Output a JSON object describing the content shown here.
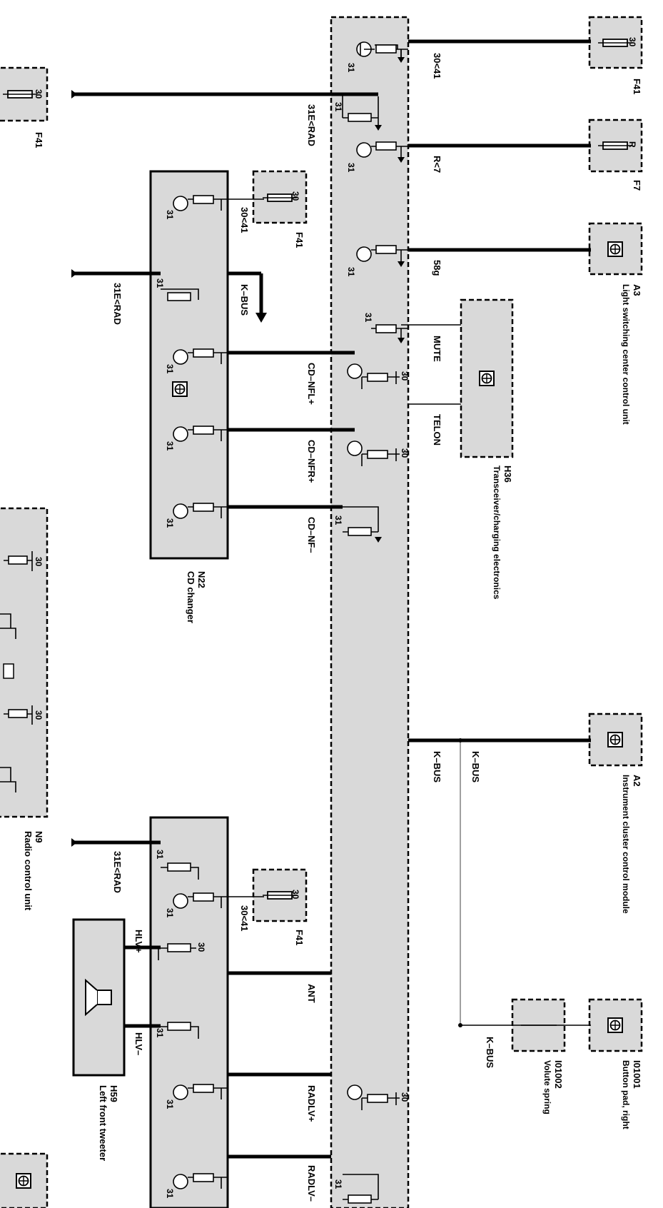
{
  "terminal_labels": {
    "t30": "30",
    "t31": "31",
    "tR": "R"
  },
  "wires": {
    "w1": "30<41",
    "w2": "R<7",
    "w3": "58g",
    "w4": "MUTE",
    "w5": "TELON",
    "w6": "K–BUS",
    "w7": "K–BUS",
    "w8": "K–BUS",
    "w9": "31E<RAD",
    "w10": "31E<RAD",
    "w11": "31E<RAD",
    "w12": "30<41",
    "w13": "30<41",
    "w14": "K–BUS",
    "w15": "CD–NFL+",
    "w16": "CD–NFR+",
    "w17": "CD–NF–",
    "w18": "ANT",
    "w19": "HLV+",
    "w20": "HLV–",
    "w21": "RADLV+",
    "w22": "RADLV–"
  },
  "components": {
    "f41_top_right": {
      "code": "F41"
    },
    "f7": {
      "code": "F7"
    },
    "a3": {
      "code": "A3",
      "name": "Light switching center control unit"
    },
    "h36": {
      "code": "H36",
      "name": "Transceiver/charging electronics"
    },
    "a2": {
      "code": "A2",
      "name": "Instrument cluster control module"
    },
    "i01001": {
      "code": "I01001",
      "name": "Button pad, right"
    },
    "i01002": {
      "code": "I01002",
      "name": "Volute spring"
    },
    "f41_left": {
      "code": "F41"
    },
    "n22": {
      "code": "N22",
      "name": "CD changer"
    },
    "f41_n22": {
      "code": "F41"
    },
    "n9": {
      "code": "N9",
      "name": "Radio control unit"
    },
    "f41_lower": {
      "code": "F41"
    },
    "h59": {
      "code": "H59",
      "name": "Left front tweeter"
    }
  },
  "colors": {
    "component_fill": "#d9d9d9",
    "line": "#000000",
    "kbus_thin": "#888888"
  },
  "icons": [
    "control-unit-icon",
    "fuse-icon",
    "speaker-icon",
    "transistor-icon",
    "resistor-icon",
    "ground-icon"
  ]
}
